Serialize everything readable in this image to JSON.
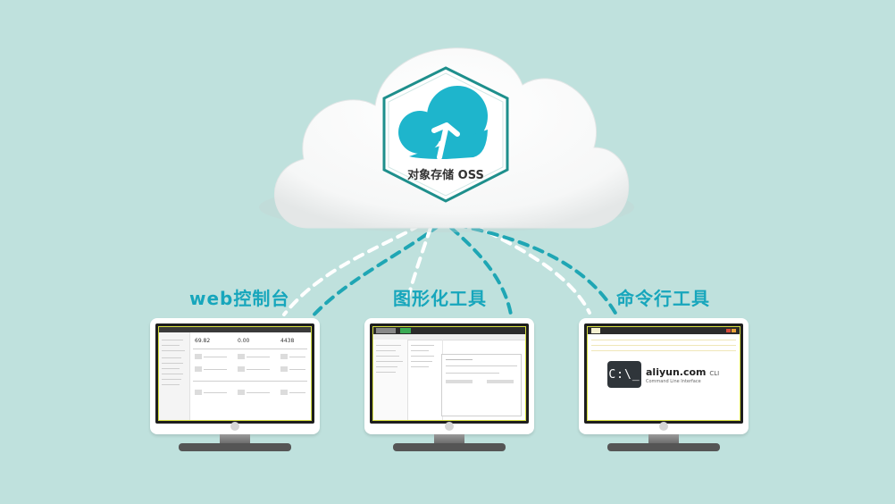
{
  "cloud": {
    "label": "对象存储 OSS",
    "accent_color": "#1eb5cc",
    "icon": "cloud-upload-icon"
  },
  "tools": [
    {
      "label": "web控制台",
      "screen": "web-console",
      "values": [
        "69.82",
        "0.00",
        "4438"
      ]
    },
    {
      "label": "图形化工具",
      "screen": "gui-browser"
    },
    {
      "label": "命令行工具",
      "screen": "cli",
      "brand": "aliyun.com",
      "brand_suffix": "CLI",
      "subtitle": "Command Line Interface",
      "logo_text": "C:\\_"
    }
  ],
  "colors": {
    "background": "#bfe1dd",
    "label": "#17a6bc",
    "dash_light": "#ffffff",
    "dash_accent": "#1fa6b4"
  }
}
